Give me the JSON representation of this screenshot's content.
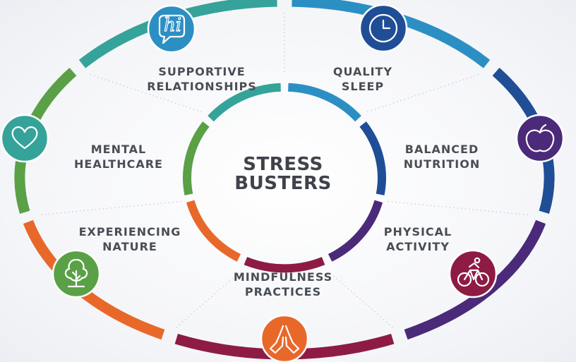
{
  "center": {
    "line1": "STRESS",
    "line2": "BUSTERS"
  },
  "segments": [
    {
      "id": "supportive-relationships",
      "line1": "SUPPORTIVE",
      "line2": "RELATIONSHIPS",
      "color": "#2c8fc4",
      "icon": "speech-bubble-hi-icon",
      "icon_text": "hi"
    },
    {
      "id": "quality-sleep",
      "line1": "QUALITY",
      "line2": "SLEEP",
      "color": "#1f4e96",
      "icon": "clock-icon"
    },
    {
      "id": "balanced-nutrition",
      "line1": "BALANCED",
      "line2": "NUTRITION",
      "color": "#4b2a79",
      "icon": "apple-icon"
    },
    {
      "id": "physical-activity",
      "line1": "PHYSICAL",
      "line2": "ACTIVITY",
      "color": "#8e1b44",
      "icon": "cyclist-icon"
    },
    {
      "id": "mindfulness-practices",
      "line1": "MINDFULNESS",
      "line2": "PRACTICES",
      "color": "#e8682a",
      "icon": "praying-hands-icon"
    },
    {
      "id": "experiencing-nature",
      "line1": "EXPERIENCING",
      "line2": "NATURE",
      "color": "#5aa046",
      "icon": "tree-icon"
    },
    {
      "id": "mental-healthcare",
      "line1": "MENTAL",
      "line2": "HEALTHCARE",
      "color": "#35a39a",
      "icon": "heart-icon"
    }
  ]
}
